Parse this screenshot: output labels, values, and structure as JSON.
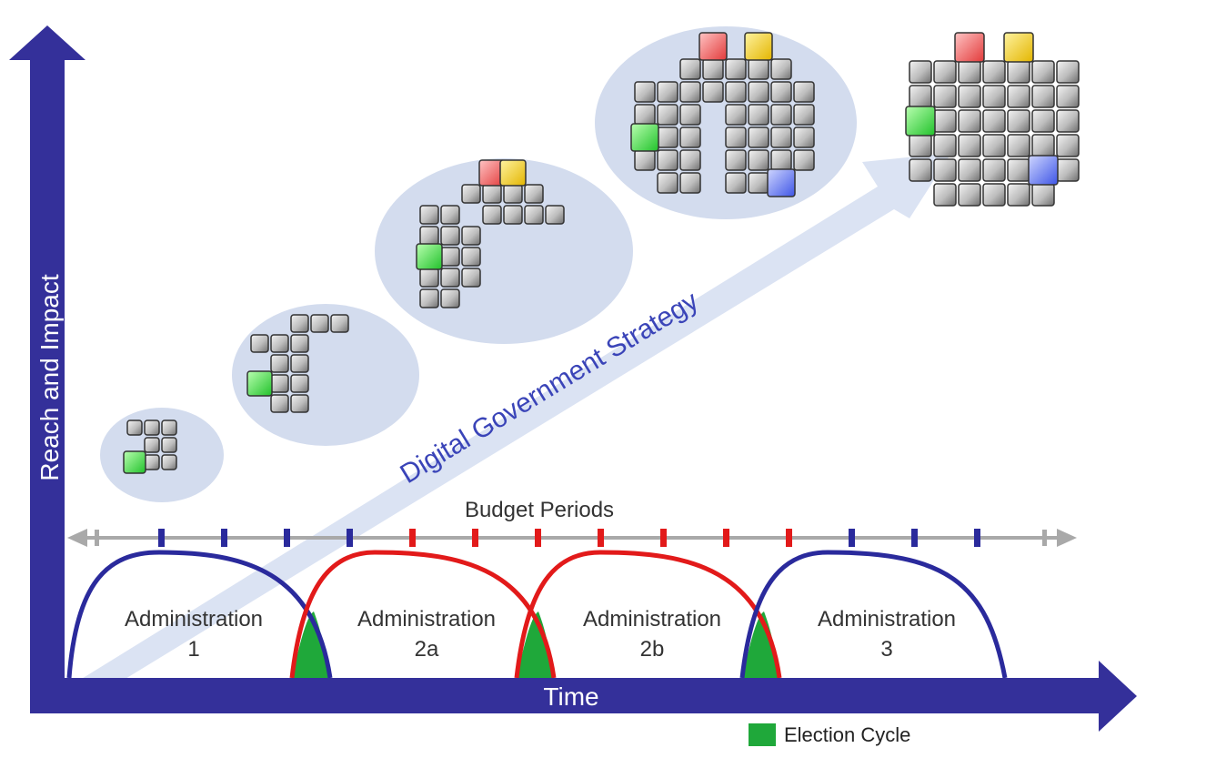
{
  "axes": {
    "y_label": "Reach and Impact",
    "x_label": "Time"
  },
  "strategy_label": "Digital Government Strategy",
  "budget": {
    "label": "Budget Periods"
  },
  "administrations": [
    {
      "line1": "Administration",
      "line2": "1",
      "party_color": "#2a2a9c"
    },
    {
      "line1": "Administration",
      "line2": "2a",
      "party_color": "#e21a1a"
    },
    {
      "line1": "Administration",
      "line2": "2b",
      "party_color": "#e21a1a"
    },
    {
      "line1": "Administration",
      "line2": "3",
      "party_color": "#2a2a9c"
    }
  ],
  "legend": {
    "label": "Election Cycle",
    "color": "#1fa83a"
  },
  "colors": {
    "axis": "#34309a",
    "strategy_arrow": "#dbe3f3",
    "strategy_text": "#3a44b8",
    "bubble": "#d3dcee",
    "timeline": "#a9a9a9",
    "tick_blue": "#2a2a9c",
    "tick_red": "#e21a1a",
    "election": "#1fa83a"
  },
  "cube_icons": [
    "cube-stage-1-icon",
    "cube-stage-2-icon",
    "cube-stage-3-icon",
    "cube-stage-4-icon",
    "cube-complete-icon"
  ]
}
